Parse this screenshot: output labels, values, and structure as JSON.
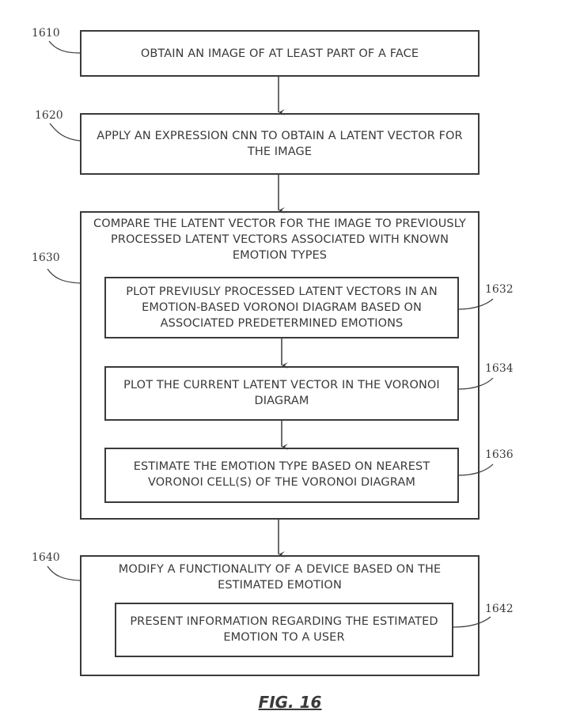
{
  "figure_label": "FIG. 16",
  "steps": {
    "s1610": {
      "ref": "1610",
      "text": "OBTAIN AN IMAGE OF AT LEAST PART OF A FACE"
    },
    "s1620": {
      "ref": "1620",
      "text": "APPLY AN EXPRESSION CNN TO OBTAIN A LATENT VECTOR FOR\nTHE IMAGE"
    },
    "s1630": {
      "ref": "1630",
      "text": "COMPARE THE LATENT VECTOR FOR THE IMAGE TO PREVIOUSLY\nPROCESSED LATENT VECTORS ASSOCIATED WITH KNOWN\nEMOTION TYPES"
    },
    "s1632": {
      "ref": "1632",
      "text": "PLOT PREVIUSLY PROCESSED LATENT VECTORS IN AN\nEMOTION-BASED VORONOI DIAGRAM BASED ON\nASSOCIATED PREDETERMINED EMOTIONS"
    },
    "s1634": {
      "ref": "1634",
      "text": "PLOT THE CURRENT LATENT VECTOR IN THE VORONOI\nDIAGRAM"
    },
    "s1636": {
      "ref": "1636",
      "text": "ESTIMATE THE EMOTION TYPE BASED ON NEAREST\nVORONOI CELL(S) OF THE VORONOI DIAGRAM"
    },
    "s1640": {
      "ref": "1640",
      "text": "MODIFY A FUNCTIONALITY OF A DEVICE BASED ON THE\nESTIMATED EMOTION"
    },
    "s1642": {
      "ref": "1642",
      "text": "PRESENT INFORMATION REGARDING THE ESTIMATED\nEMOTION TO A USER"
    }
  },
  "edges": [
    [
      "1610",
      "1620"
    ],
    [
      "1620",
      "1630"
    ],
    [
      "1632",
      "1634"
    ],
    [
      "1634",
      "1636"
    ],
    [
      "1630",
      "1640"
    ]
  ]
}
